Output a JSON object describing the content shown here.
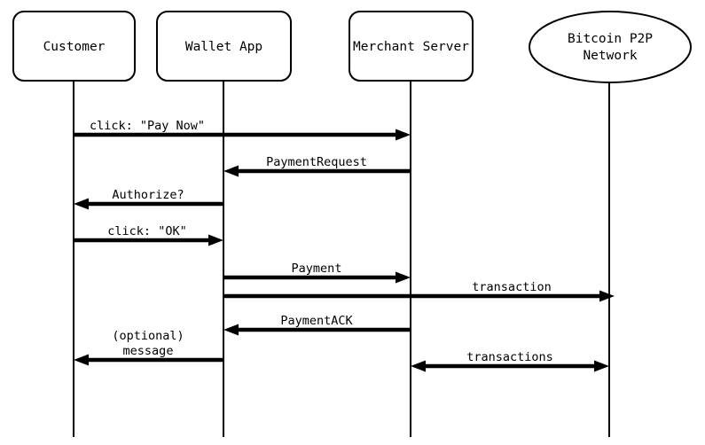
{
  "diagram": {
    "type": "sequence-diagram",
    "colors": {
      "line": "#000000",
      "background": "#ffffff",
      "box_fill": "#ffffff"
    },
    "actors": [
      {
        "name": "Customer",
        "shape": "rounded-rect",
        "label": "Customer"
      },
      {
        "name": "Wallet App",
        "shape": "rounded-rect",
        "label": "Wallet App"
      },
      {
        "name": "Merchant Server",
        "shape": "rounded-rect",
        "label": "Merchant Server"
      },
      {
        "name": "Bitcoin P2P Network",
        "shape": "ellipse",
        "label": "Bitcoin P2P Network",
        "label_lines": [
          "Bitcoin P2P",
          "Network"
        ]
      }
    ],
    "messages": [
      {
        "label": "click: \"Pay Now\"",
        "from": "Customer",
        "to": "Merchant Server",
        "direction": "right"
      },
      {
        "label": "PaymentRequest",
        "from": "Merchant Server",
        "to": "Wallet App",
        "direction": "left"
      },
      {
        "label": "Authorize?",
        "from": "Wallet App",
        "to": "Customer",
        "direction": "left"
      },
      {
        "label": "click: \"OK\"",
        "from": "Customer",
        "to": "Wallet App",
        "direction": "right"
      },
      {
        "label": "Payment",
        "from": "Wallet App",
        "to": "Merchant Server",
        "direction": "right"
      },
      {
        "label": "transaction",
        "from": "Wallet App",
        "to": "Bitcoin P2P Network",
        "direction": "right"
      },
      {
        "label": "PaymentACK",
        "from": "Merchant Server",
        "to": "Wallet App",
        "direction": "left"
      },
      {
        "label": "(optional) message",
        "label_lines": [
          "(optional)",
          "message"
        ],
        "from": "Wallet App",
        "to": "Customer",
        "direction": "left"
      },
      {
        "label": "transactions",
        "from": "Merchant Server",
        "to": "Bitcoin P2P Network",
        "direction": "both"
      }
    ]
  }
}
